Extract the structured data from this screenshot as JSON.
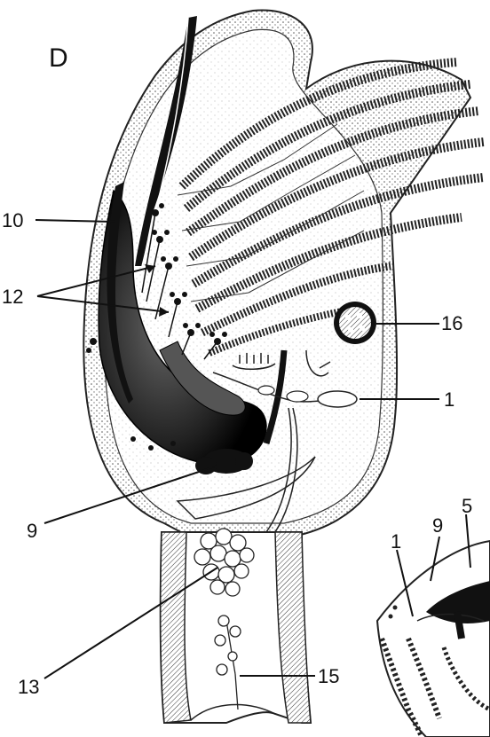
{
  "figure": {
    "panel_letter": "D",
    "labels": {
      "l10": "10",
      "l12": "12",
      "l16": "16",
      "l1": "1",
      "l9": "9",
      "l13": "13",
      "l15": "15",
      "inset_l5": "5",
      "inset_l9": "9",
      "inset_l1": "1"
    }
  }
}
